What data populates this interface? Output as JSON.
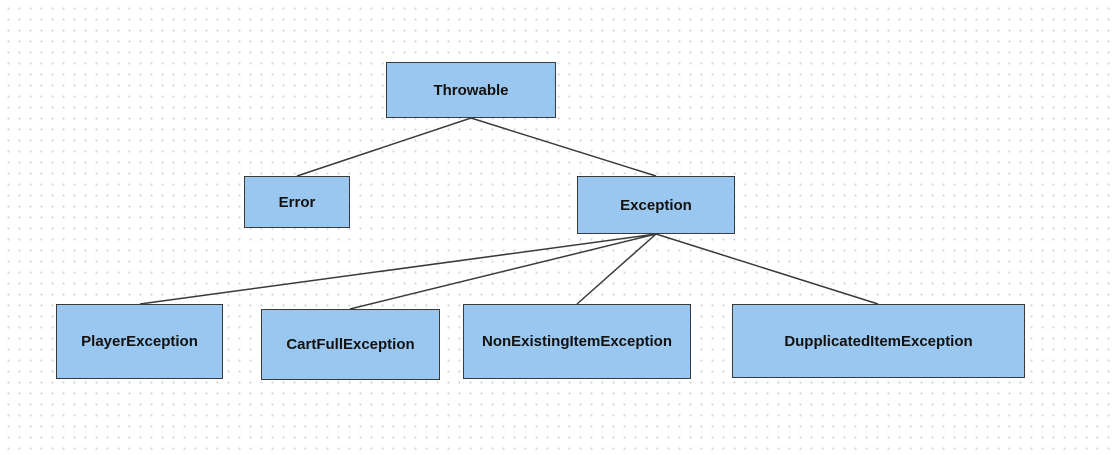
{
  "diagram": {
    "box_fill": "#9ac7ef",
    "box_border": "#3a3a3a",
    "edge_color": "#3a3a3a",
    "background": "#ffffff",
    "nodes": {
      "throwable": "Throwable",
      "error": "Error",
      "exception": "Exception",
      "player": "PlayerException",
      "cartfull": "CartFullException",
      "nonexist": "NonExistingItemException",
      "dup": "DupplicatedItemException"
    },
    "edges": [
      {
        "from": "throwable",
        "to": "error"
      },
      {
        "from": "throwable",
        "to": "exception"
      },
      {
        "from": "exception",
        "to": "player"
      },
      {
        "from": "exception",
        "to": "cartfull"
      },
      {
        "from": "exception",
        "to": "nonexist"
      },
      {
        "from": "exception",
        "to": "dup"
      }
    ]
  }
}
